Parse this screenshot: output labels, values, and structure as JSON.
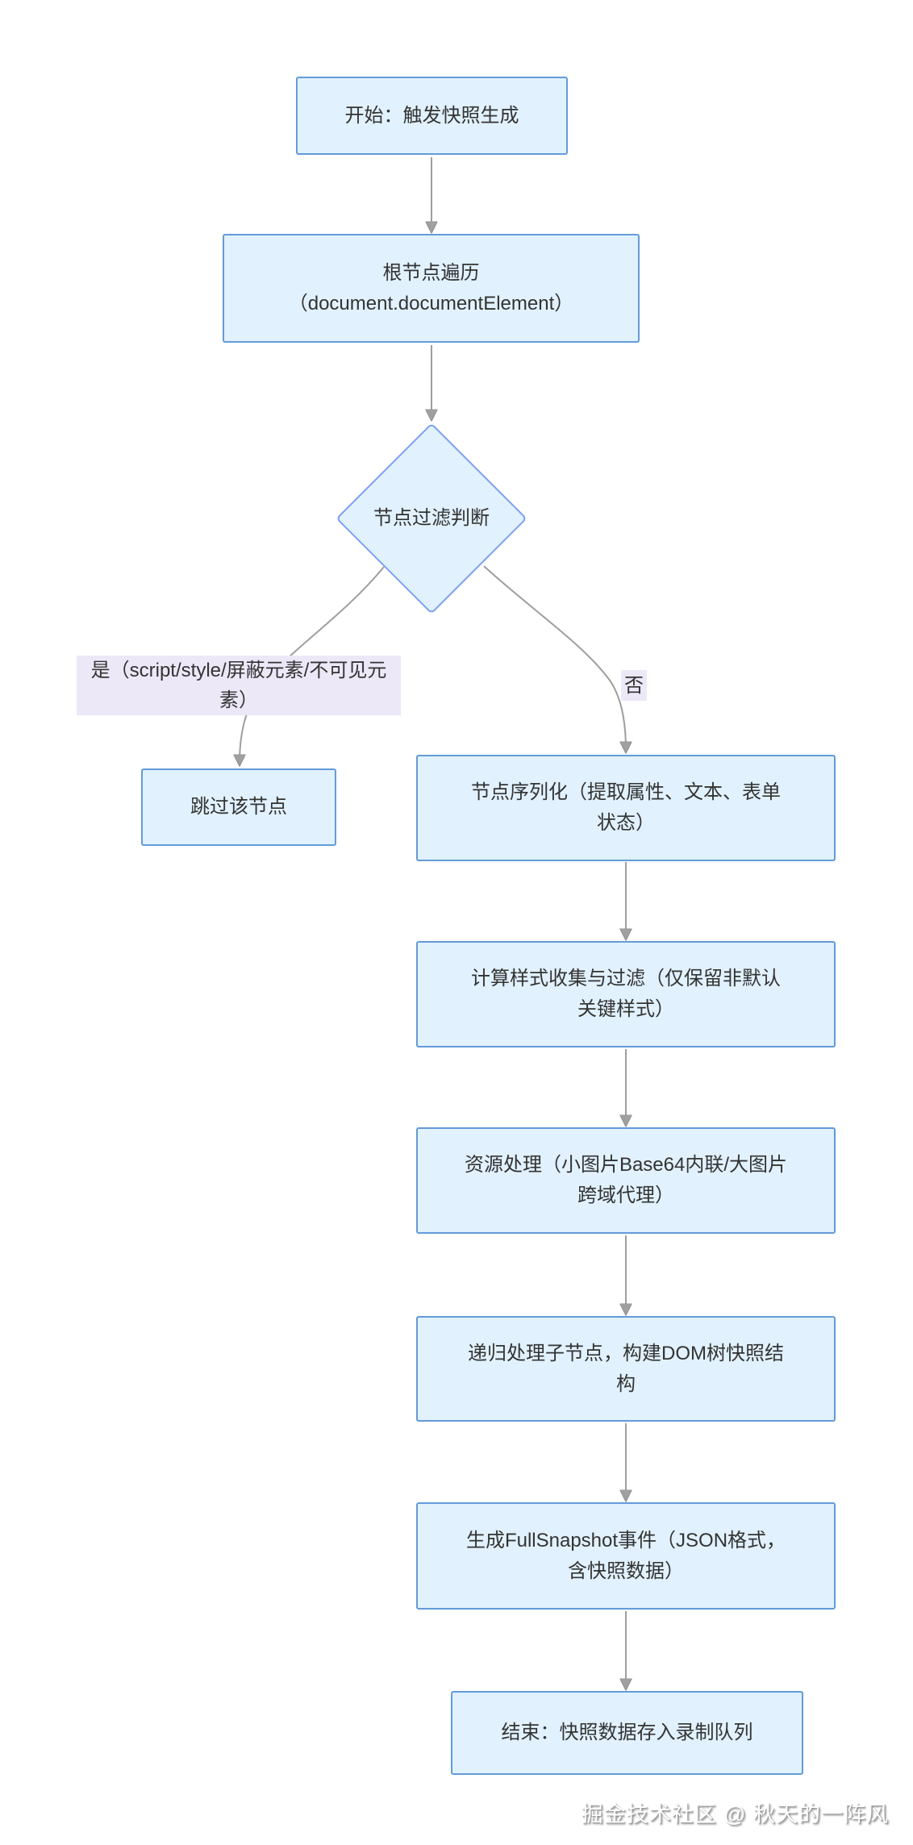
{
  "nodes": {
    "start": {
      "lines": [
        "开始：触发快照生成"
      ]
    },
    "root": {
      "lines": [
        "根节点遍历",
        "（document.documentElement）"
      ]
    },
    "filter": {
      "lines": [
        "节点过滤判断"
      ]
    },
    "skip": {
      "lines": [
        "跳过该节点"
      ]
    },
    "serialize": {
      "lines": [
        "节点序列化（提取属性、文本、表单",
        "状态）"
      ]
    },
    "styles": {
      "lines": [
        "计算样式收集与过滤（仅保留非默认",
        "关键样式）"
      ]
    },
    "resource": {
      "lines": [
        "资源处理（小图片Base64内联/大图片",
        "跨域代理）"
      ]
    },
    "recurse": {
      "lines": [
        "递归处理子节点，构建DOM树快照结",
        "构"
      ]
    },
    "event": {
      "lines": [
        "生成FullSnapshot事件（JSON格式，",
        "含快照数据）"
      ]
    },
    "end": {
      "lines": [
        "结束：快照数据存入录制队列"
      ]
    }
  },
  "edge_labels": {
    "yes": {
      "lines": [
        "是（script/style/屏蔽元素/不可见元",
        "素）"
      ]
    },
    "no": {
      "lines": [
        "否"
      ]
    }
  },
  "watermark": "掘金技术社区 @ 秋天的一阵风",
  "colors": {
    "background": "#ffffff",
    "node_fill": "#e1f1fd",
    "node_border": "#639bd8",
    "diamond_border": "#7d9ff2",
    "edge_line": "#9e9e9e",
    "arrowhead": "#a0a0a0",
    "edge_label_bg": "#ece8f7",
    "text": "#333333"
  }
}
